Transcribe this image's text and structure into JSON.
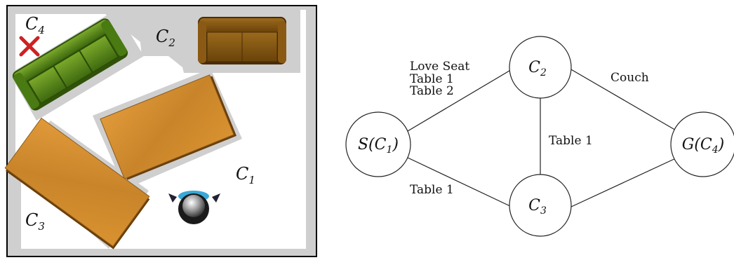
{
  "map": {
    "cell_labels": {
      "c4": {
        "main": "C",
        "sub": "4"
      },
      "c2": {
        "main": "C",
        "sub": "2"
      },
      "c1": {
        "main": "C",
        "sub": "1"
      },
      "c3": {
        "main": "C",
        "sub": "3"
      }
    },
    "colors": {
      "background": "#ffffff",
      "border": "#000000",
      "padding": "#cfcfcf",
      "sofa_green": "#5a8a1a",
      "couch_brown": "#7a5010",
      "table_wood": "#d08a2a",
      "goal_mark": "#cc2222"
    }
  },
  "graph": {
    "nodes": {
      "s": {
        "prefix": "S(",
        "main": "C",
        "sub": "1",
        "suffix": ")"
      },
      "c2": {
        "prefix": "",
        "main": "C",
        "sub": "2",
        "suffix": ""
      },
      "c3": {
        "prefix": "",
        "main": "C",
        "sub": "3",
        "suffix": ""
      },
      "g": {
        "prefix": "G(",
        "main": "C",
        "sub": "4",
        "suffix": ")"
      }
    },
    "edge_labels": {
      "s_c2": [
        "Love Seat",
        "Table 1",
        "Table 2"
      ],
      "c2_g": [
        "Couch"
      ],
      "c2_c3": [
        "Table 1"
      ],
      "s_c3": [
        "Table 1"
      ]
    }
  }
}
